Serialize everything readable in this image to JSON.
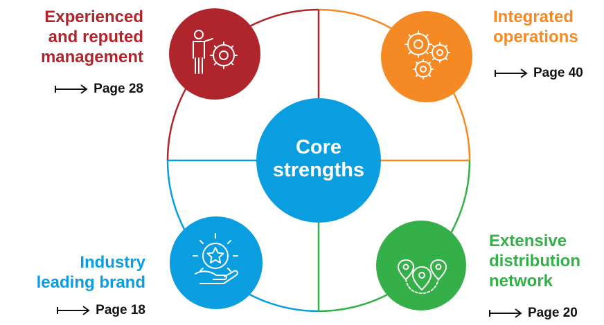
{
  "colors": {
    "red": "#b0242c",
    "orange": "#f58a25",
    "blue": "#0a9ee0",
    "green": "#35b048",
    "page_text": "#111111"
  },
  "center": {
    "line1": "Core",
    "line2": "strengths"
  },
  "strengths": [
    {
      "id": "management",
      "color": "red",
      "icon": "presenter-gear-icon",
      "title_lines": [
        "Experienced",
        "and reputed",
        "management"
      ],
      "page": "Page 28"
    },
    {
      "id": "operations",
      "color": "orange",
      "icon": "gears-icon",
      "title_lines": [
        "Integrated",
        "operations"
      ],
      "page": "Page 40"
    },
    {
      "id": "brand",
      "color": "blue",
      "icon": "star-hand-icon",
      "title_lines": [
        "Industry",
        "leading brand"
      ],
      "page": "Page 18"
    },
    {
      "id": "distribution",
      "color": "green",
      "icon": "location-pins-icon",
      "title_lines": [
        "Extensive",
        "distribution",
        "network"
      ],
      "page": "Page 20"
    }
  ]
}
